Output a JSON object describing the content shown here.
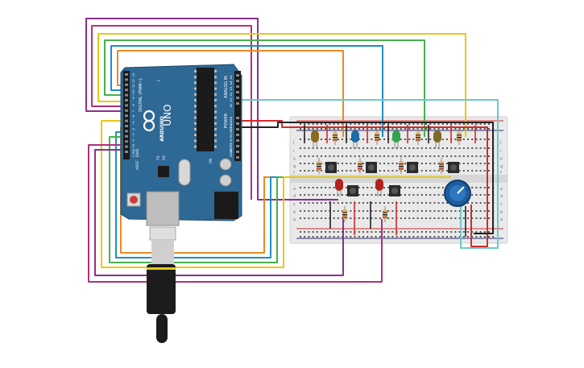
{
  "board": {
    "model": "UNO",
    "brand": "ARDUINO",
    "digital_label": "DIGITAL (PWM~)",
    "power_label": "POWER",
    "analog_label": "ANALOG IN",
    "tx_label": "TX",
    "rx_label": "RX",
    "l_label": "L",
    "on_label": "ON",
    "aref_label": "AREF",
    "gnd_label": "GND",
    "digital_pins": [
      "0 RX",
      "1 TX",
      "~2",
      "~3",
      "4",
      "~5",
      "~6",
      "7",
      "8",
      "~9",
      "~10",
      "~11",
      "12",
      "13"
    ],
    "power_pins": [
      "IOREF",
      "RESET",
      "3.3V",
      "5V",
      "GND",
      "GND",
      "VIN"
    ],
    "analog_pins": [
      "A0",
      "A1",
      "A2",
      "A3",
      "A4",
      "A5"
    ]
  },
  "breadboard": {
    "row_letters_top": [
      "j",
      "i",
      "h",
      "g",
      "f"
    ],
    "row_letters_bottom": [
      "e",
      "d",
      "c",
      "b",
      "a"
    ]
  },
  "colors": {
    "board": "#2e6894",
    "wire_purple": "#8a2f8f",
    "wire_magenta": "#b0307f",
    "wire_yellow": "#e8c915",
    "wire_green": "#47b04f",
    "wire_blue": "#1e8fc2",
    "wire_orange": "#e88a22",
    "wire_cyan": "#6ec6d0",
    "wire_red": "#d42a2a",
    "wire_black": "#222222",
    "led_brown": "#8c6a1e",
    "led_blue": "#1f6aa8",
    "led_green": "#2fa64a",
    "led_olive": "#7d6a25",
    "led_red": "#b2231d"
  }
}
